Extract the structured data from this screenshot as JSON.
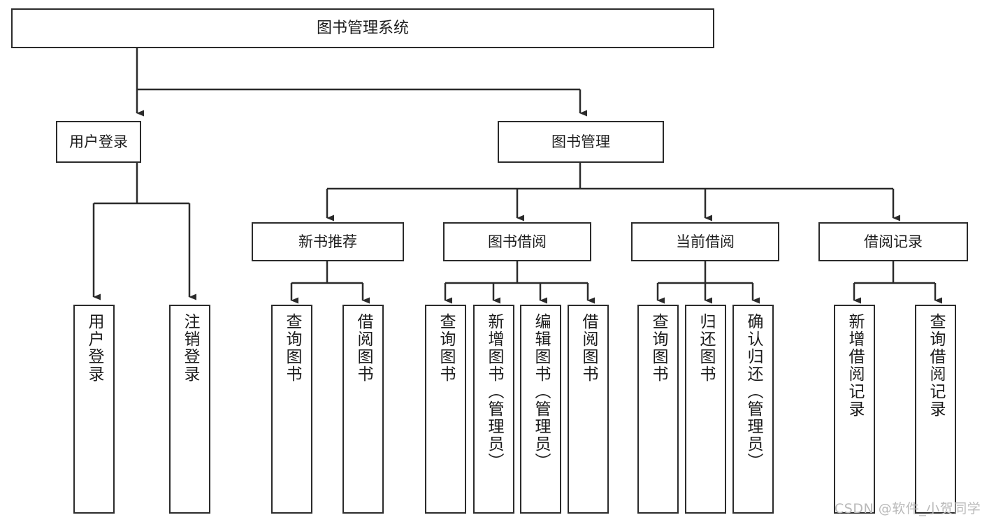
{
  "diagram": {
    "title": "图书管理系统",
    "type": "hierarchy-tree",
    "watermark": "CSDN @软件_小贺同学",
    "colors": {
      "stroke": "#2b2b2b",
      "fill": "#ffffff",
      "text": "#1c1c1c",
      "watermark": "#b9b9b9"
    },
    "nodes": {
      "root": {
        "label": "图书管理系统"
      },
      "level2": [
        {
          "id": "user-login",
          "label": "用户登录"
        },
        {
          "id": "book-manage",
          "label": "图书管理"
        }
      ],
      "level3": [
        {
          "id": "new-book-recommend",
          "label": "新书推荐"
        },
        {
          "id": "book-borrow",
          "label": "图书借阅"
        },
        {
          "id": "current-borrow",
          "label": "当前借阅"
        },
        {
          "id": "borrow-record",
          "label": "借阅记录"
        }
      ],
      "leaves": {
        "user_login": [
          {
            "id": "leaf-user-login",
            "label": "用户登录"
          },
          {
            "id": "leaf-logout-login",
            "label": "注销登录"
          }
        ],
        "new_book_recommend": [
          {
            "id": "leaf-query-book-1",
            "label": "查询图书"
          },
          {
            "id": "leaf-borrow-book-1",
            "label": "借阅图书"
          }
        ],
        "book_borrow": [
          {
            "id": "leaf-query-book-2",
            "label": "查询图书"
          },
          {
            "id": "leaf-add-book-admin",
            "label": "新增图书（管理员）"
          },
          {
            "id": "leaf-edit-book-admin",
            "label": "编辑图书（管理员）"
          },
          {
            "id": "leaf-borrow-book-2",
            "label": "借阅图书"
          }
        ],
        "current_borrow": [
          {
            "id": "leaf-query-book-3",
            "label": "查询图书"
          },
          {
            "id": "leaf-return-book",
            "label": "归还图书"
          },
          {
            "id": "leaf-confirm-return-admin",
            "label": "确认归还（管理员）"
          }
        ],
        "borrow_record": [
          {
            "id": "leaf-add-borrow-record",
            "label": "新增借阅记录"
          },
          {
            "id": "leaf-query-borrow-record",
            "label": "查询借阅记录"
          }
        ]
      }
    }
  }
}
